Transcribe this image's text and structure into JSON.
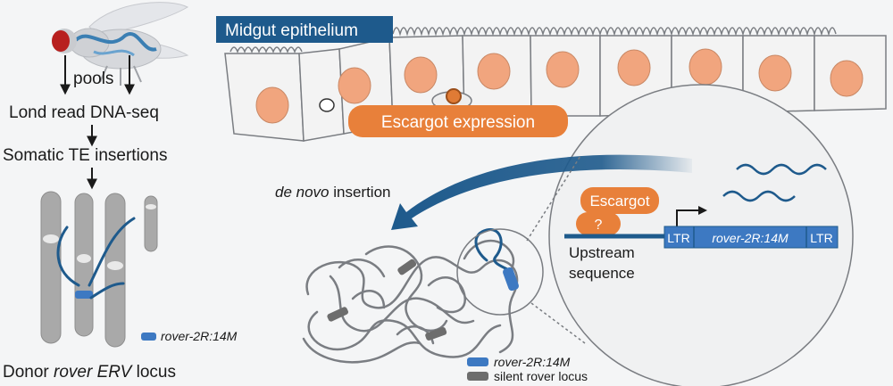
{
  "colors": {
    "dark_blue": "#1e5a8c",
    "box_blue": "#3d79c2",
    "orange": "#e8803a",
    "orange_dark": "#c85f19",
    "nucleus": "#f1a57e",
    "gray": "#a9a9a9",
    "gray_dark": "#6d6d6d",
    "text": "#1a1a1a"
  },
  "left_panel": {
    "pools_label": "pools",
    "step1": "Lond read DNA-seq",
    "step2": "Somatic TE insertions",
    "legend_label": "rover-2R:14M",
    "donor_prefix": "Donor ",
    "donor_italic": "rover ERV",
    "donor_suffix": " locus"
  },
  "midgut": {
    "title": "Midgut epithelium",
    "escargot_banner": "Escargot expression"
  },
  "insertion": {
    "label_italic": "de novo",
    "label_rest": " insertion"
  },
  "zoom": {
    "escargot_label": "Escargot",
    "question_label": "?",
    "upstream_line1": "Upstream",
    "upstream_line2": "sequence",
    "ltr_left": "LTR",
    "element_label": "rover-2R:14M",
    "ltr_right": "LTR"
  },
  "legend_bottom": {
    "blue_label": "rover-2R:14M",
    "gray_label": "silent rover locus"
  }
}
